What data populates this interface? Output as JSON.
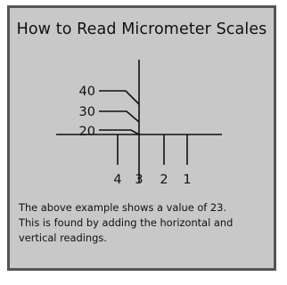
{
  "title": "How to Read Micrometer Scales",
  "vertical_scale": {
    "labels": [
      "40",
      "30",
      "20"
    ]
  },
  "horizontal_scale": {
    "labels": [
      "4",
      "3",
      "2",
      "1"
    ]
  },
  "description": {
    "lines": [
      "The above example shows a value of 23.",
      "This is found by adding the horizontal and",
      "vertical readings."
    ]
  },
  "colors": {
    "panel": "#c8c8c8",
    "border": "#555555",
    "ink": "#111111"
  }
}
